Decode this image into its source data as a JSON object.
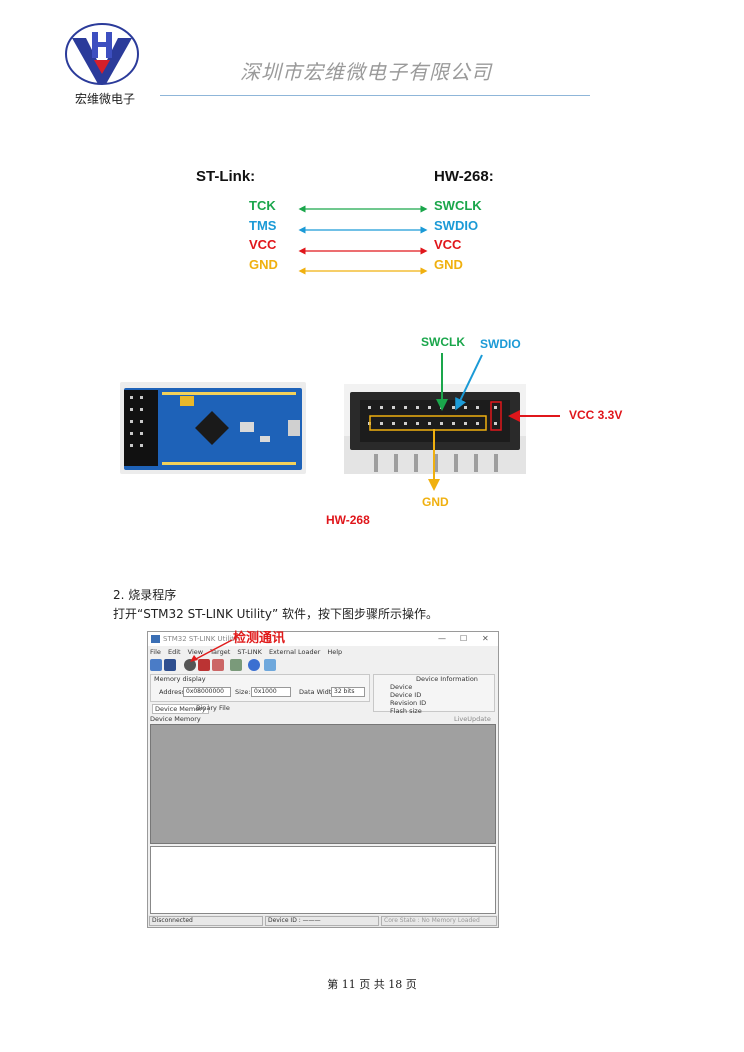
{
  "header": {
    "logo_caption": "宏维微电子",
    "company_name": "深圳市宏维微电子有限公司"
  },
  "mapping": {
    "left_title": "ST-Link:",
    "right_title": "HW-268:",
    "rows": [
      {
        "left": "TCK",
        "right": "SWCLK",
        "color": "#1aa64b"
      },
      {
        "left": "TMS",
        "right": "SWDIO",
        "color": "#1b9ad6"
      },
      {
        "left": "VCC",
        "right": "VCC",
        "color": "#e0161b"
      },
      {
        "left": "GND",
        "right": "GND",
        "color": "#f0b00f"
      }
    ]
  },
  "photo": {
    "swclk_label": "SWCLK",
    "swdio_label": "SWDIO",
    "vcc_label": "VCC 3.3V",
    "gnd_label": "GND",
    "caption": "HW-268"
  },
  "section": {
    "heading": "2.  烧录程序",
    "instruction": "打开“STM32 ST-LINK Utility” 软件，按下图步骤所示操作。"
  },
  "screenshot": {
    "annotation": "检测通讯",
    "window_title": "STM32 ST-LINK Utility",
    "menu": [
      "File",
      "Edit",
      "View",
      "Target",
      "ST-LINK",
      "External Loader",
      "Help"
    ],
    "memory_display_label": "Memory display",
    "address_label": "Address:",
    "address_value": "0x08000000",
    "size_label": "Size:",
    "size_value": "0x1000",
    "data_width_label": "Data Width:",
    "data_width_value": "32 bits",
    "device_info_title": "Device Information",
    "device_info_rows": [
      "Device",
      "Device ID",
      "Revision ID",
      "Flash size"
    ],
    "tabs": [
      "Device Memory",
      "Binary File"
    ],
    "device_memory_label": "Device Memory",
    "live_update_label": "LiveUpdate",
    "status_connection": "Disconnected",
    "status_device_id": "Device ID : ———",
    "status_core": "Core State : No Memory Loaded"
  },
  "footer": {
    "text": "第 11 页 共 18 页"
  }
}
